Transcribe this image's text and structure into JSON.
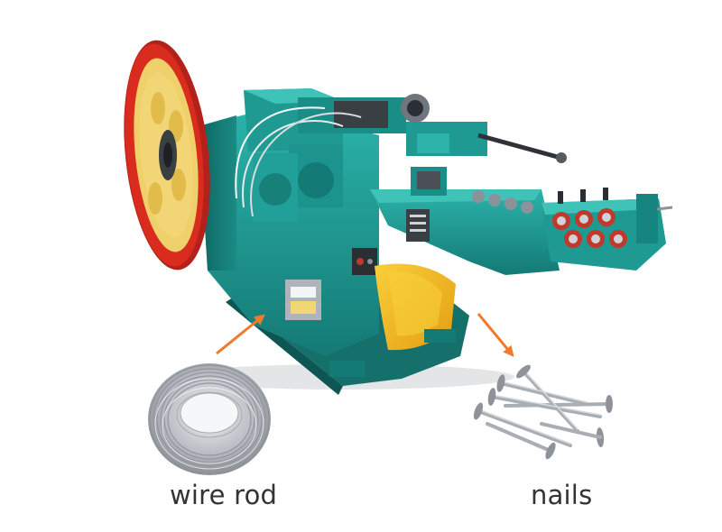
{
  "labels": {
    "wire_rod": "wire rod",
    "nails": "nails"
  },
  "colors": {
    "machine_body": "#1e9a93",
    "machine_shadow": "#0f6a66",
    "flywheel_rim": "#d92b1e",
    "flywheel_hub": "#f2d675",
    "guard_yellow": "#f4b820",
    "arrow": "#f07a2c",
    "steel": "#b8bcc2"
  },
  "icons": {
    "machine": "nail-making-machine-illustration",
    "wire": "wire-coil-illustration",
    "nails": "nails-pile-illustration",
    "arrow_in": "arrow-icon",
    "arrow_out": "arrow-icon"
  }
}
